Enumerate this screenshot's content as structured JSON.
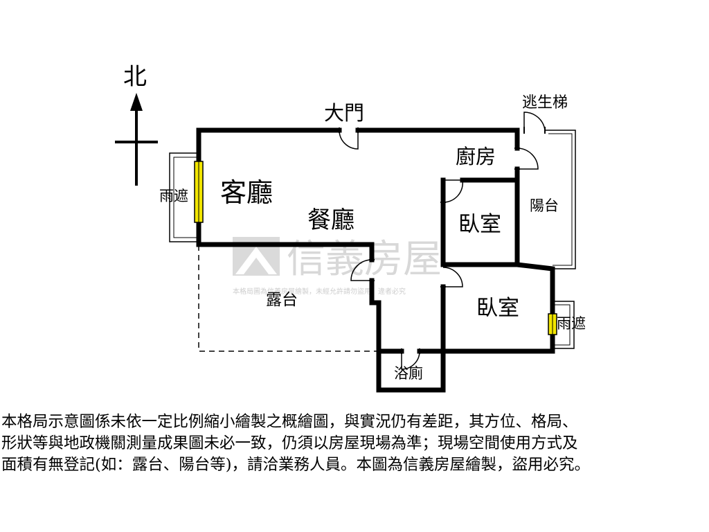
{
  "compass": {
    "north_label": "北"
  },
  "labels": {
    "main_door": "大門",
    "escape_stairs": "逃生梯",
    "kitchen": "廚房",
    "living_room": "客廳",
    "dining_room": "餐廳",
    "bedroom_1": "臥室",
    "bedroom_2": "臥室",
    "balcony": "陽台",
    "rain_shelter_left": "雨遮",
    "rain_shelter_right": "雨遮",
    "terrace": "露台",
    "bathroom": "浴廁"
  },
  "watermark": {
    "brand": "信義房屋",
    "notice": "本格局圖為信義房屋繪製，未經允許請勿盜用，違者必究"
  },
  "disclaimer": {
    "line1": "本格局示意圖係未依一定比例縮小繪製之概繪圖，與實況仍有差距，其方位、格局、",
    "line2": "形狀等與地政機關測量成果圖未必一致，仍須以房屋現場為準；現場空間使用方式及",
    "line3": "面積有無登記(如：露台、陽台等)，請洽業務人員。本圖為信義房屋繪製，盜用必究。"
  },
  "colors": {
    "wall": "#000000",
    "window": "#f2e600",
    "watermark": "#d9d9d9"
  }
}
